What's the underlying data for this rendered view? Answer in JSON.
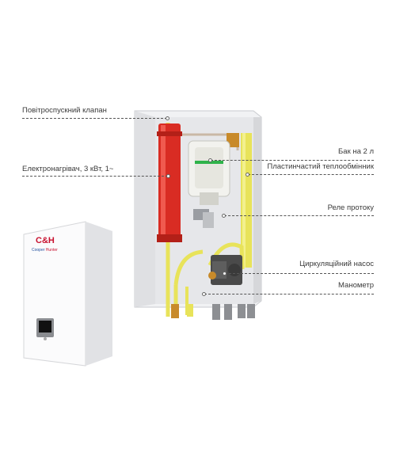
{
  "labels": {
    "air_vent": "Повітроспускний клапан",
    "heater": "Електронагрівач, 3 кВт, 1~",
    "tank": "Бак на 2 л",
    "plate_hx": "Пластинчастий теплообмінник",
    "flow_relay": "Реле протоку",
    "pump": "Циркуляційний насос",
    "manometer": "Манометр"
  },
  "brand": {
    "logo": "C&H",
    "sub_left": "Cooper",
    "sub_right": "Hunter"
  },
  "colors": {
    "heater": "#d92c23",
    "yellow_pipe": "#e8e35a",
    "tank_body": "#f2f2ee",
    "pump": "#4a4a4a",
    "panel": "#f4f5f7"
  }
}
